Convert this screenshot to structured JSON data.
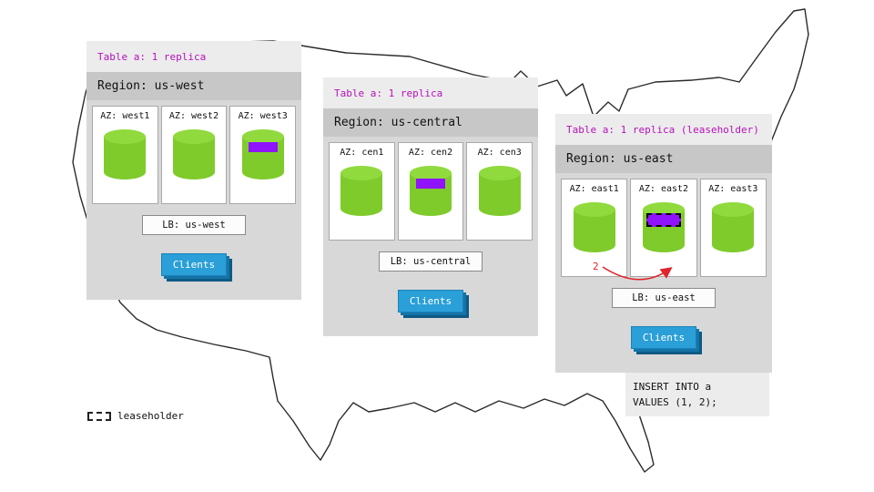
{
  "legend": {
    "label": "leaseholder"
  },
  "sql_note": {
    "lines": [
      "INSERT INTO a",
      "VALUES (1, 2);"
    ]
  },
  "annotation": {
    "step_label": "2"
  },
  "colors": {
    "replica_green": "#7fcb2c",
    "replica_green_top": "#90da3e",
    "range_purple": "#9013fe",
    "table_label_magenta": "#b511bb",
    "clients_blue": "#2a9fd8",
    "arrow_red": "#e0242b",
    "panel_gray": "#d8d8d8"
  },
  "regions": [
    {
      "table_label": "Table a: 1 replica",
      "region_label": "Region: us-west",
      "azs": [
        {
          "label": "AZ: west1",
          "has_replica": false,
          "is_leaseholder": false
        },
        {
          "label": "AZ: west2",
          "has_replica": false,
          "is_leaseholder": false
        },
        {
          "label": "AZ: west3",
          "has_replica": true,
          "is_leaseholder": false
        }
      ],
      "lb_label": "LB: us-west",
      "clients_label": "Clients"
    },
    {
      "table_label": "Table a: 1 replica",
      "region_label": "Region: us-central",
      "azs": [
        {
          "label": "AZ: cen1",
          "has_replica": false,
          "is_leaseholder": false
        },
        {
          "label": "AZ: cen2",
          "has_replica": true,
          "is_leaseholder": false
        },
        {
          "label": "AZ: cen3",
          "has_replica": false,
          "is_leaseholder": false
        }
      ],
      "lb_label": "LB: us-central",
      "clients_label": "Clients"
    },
    {
      "table_label": "Table a: 1 replica (leaseholder)",
      "region_label": "Region: us-east",
      "azs": [
        {
          "label": "AZ: east1",
          "has_replica": false,
          "is_leaseholder": false
        },
        {
          "label": "AZ: east2",
          "has_replica": true,
          "is_leaseholder": true
        },
        {
          "label": "AZ: east3",
          "has_replica": false,
          "is_leaseholder": false
        }
      ],
      "lb_label": "LB: us-east",
      "clients_label": "Clients"
    }
  ]
}
